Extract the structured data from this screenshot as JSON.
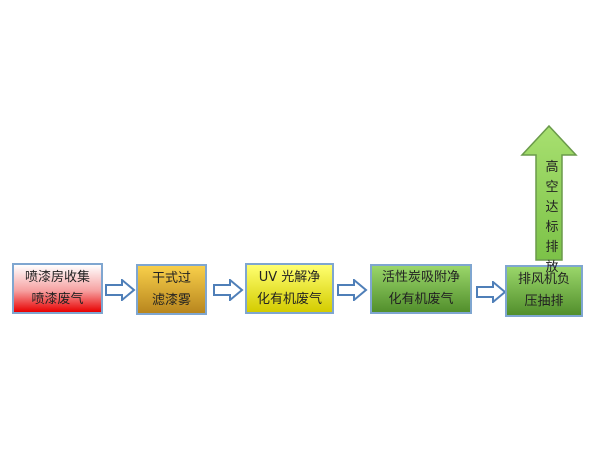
{
  "steps": [
    {
      "line1": "喷漆房收集",
      "line2": "喷漆废气"
    },
    {
      "line1": "干式过",
      "line2": "滤漆雾"
    },
    {
      "line1": "UV 光解净",
      "line2": "化有机废气"
    },
    {
      "line1": "活性炭吸附净",
      "line2": "化有机废气"
    },
    {
      "line1": "排风机负",
      "line2": "压抽排"
    }
  ],
  "final": {
    "chars": [
      "高",
      "空",
      "达",
      "标",
      "排",
      "放"
    ]
  },
  "colors": {
    "border": "#7fa6d0",
    "arrow_outline": "#4f7fb8",
    "up_arrow": "#8fd05a"
  }
}
